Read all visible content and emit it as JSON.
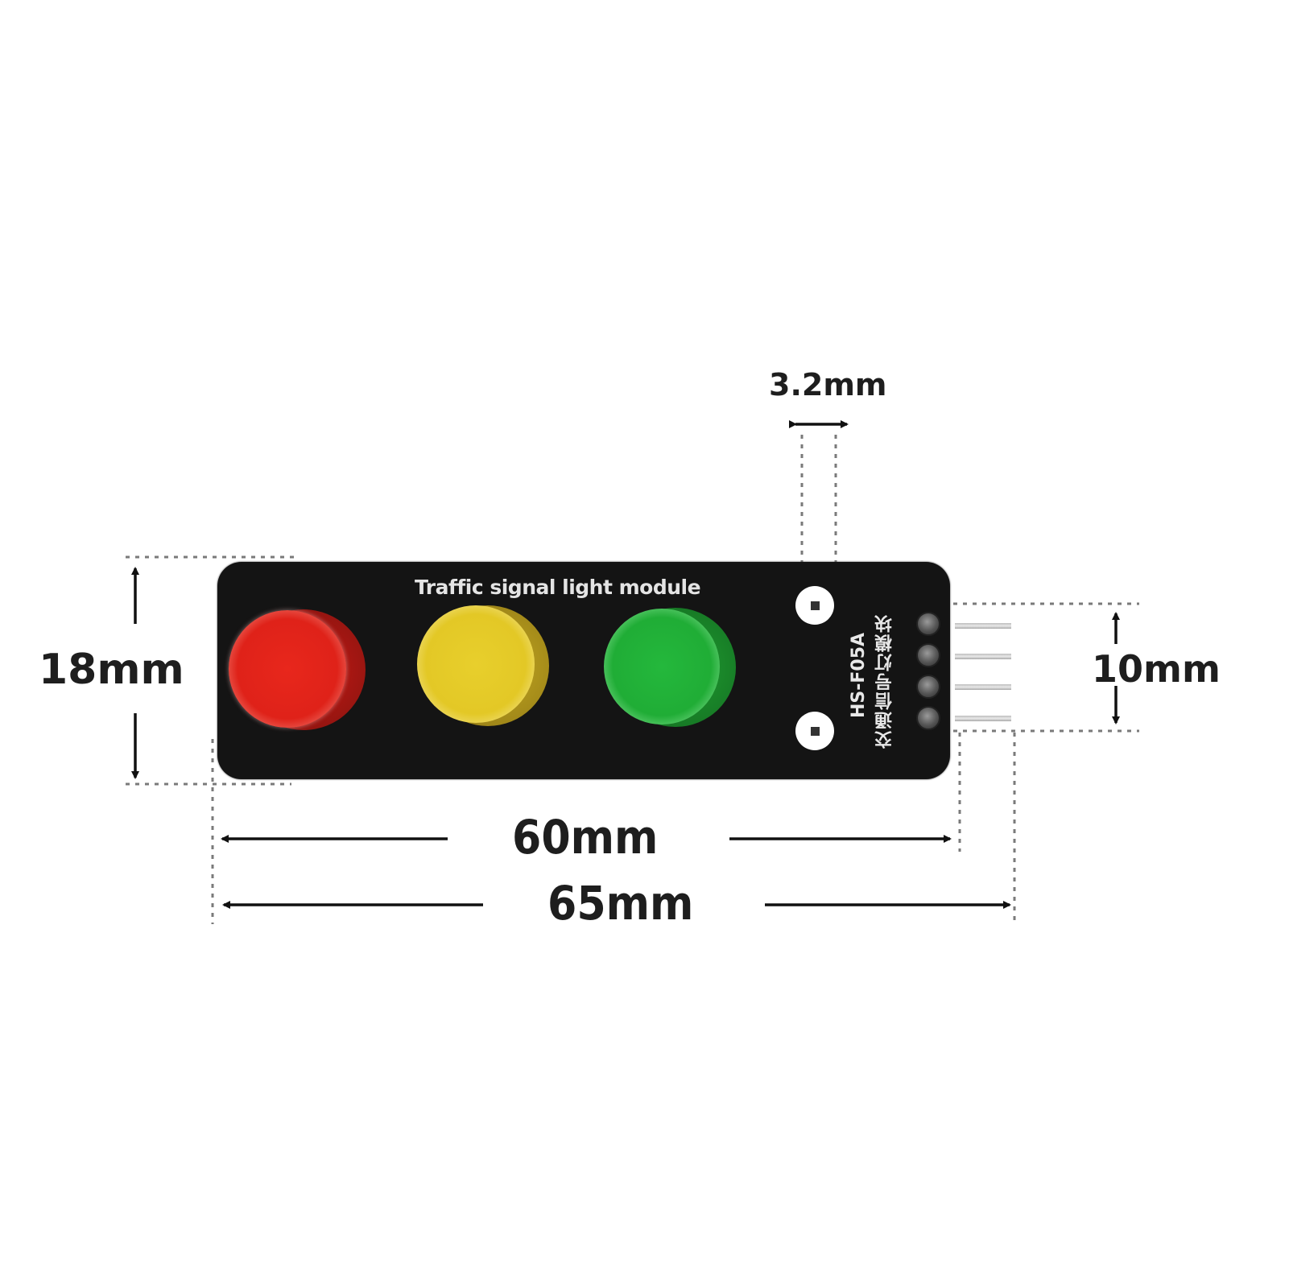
{
  "figure": {
    "subject": "Traffic signal light module dimension drawing",
    "board": {
      "title": "Traffic signal light module",
      "model": "HS-F05A",
      "chinese_label": "交通信号灯模块",
      "color": "#141414"
    },
    "leds": [
      {
        "name": "red",
        "color": "#e5231b"
      },
      {
        "name": "yellow",
        "color": "#e6cf2a"
      },
      {
        "name": "green",
        "color": "#22b33a"
      }
    ],
    "pins": {
      "count": 4
    },
    "dimensions": {
      "hole_diameter": "3.2mm",
      "height": "18mm",
      "pin_spacing": "10mm",
      "board_length": "60mm",
      "total_length": "65mm"
    }
  }
}
